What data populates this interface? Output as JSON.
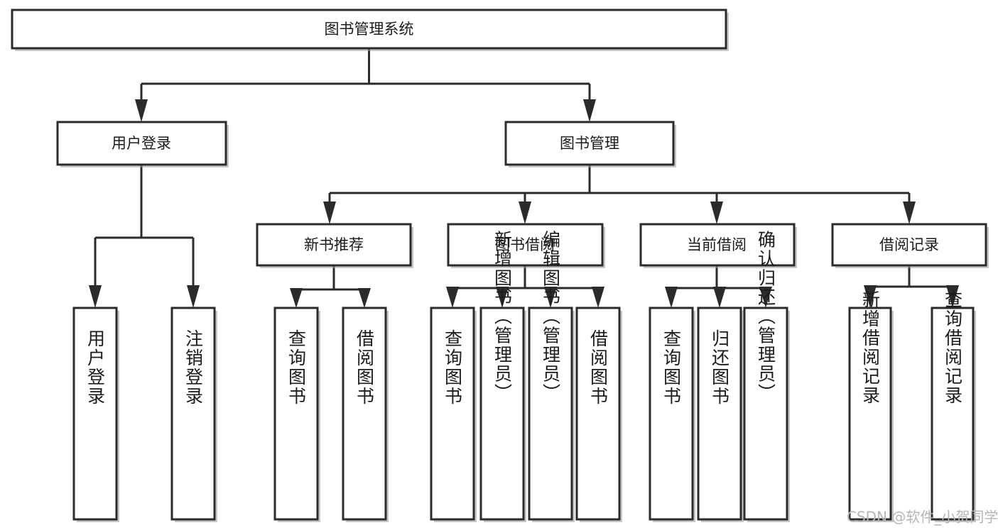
{
  "diagram": {
    "title": "图书管理系统",
    "type": "tree-hierarchy-chart",
    "colors": {
      "box_stroke": "#2b2b2b",
      "box_fill": "#ffffff",
      "edge": "#2b2b2b",
      "background": "#ffffff",
      "watermark": "#b6b6b6"
    },
    "levels": {
      "level1": [
        "图书管理系统"
      ],
      "level2": [
        "用户登录",
        "图书管理"
      ],
      "level3": [
        "新书推荐",
        "图书借阅",
        "当前借阅",
        "借阅记录"
      ],
      "level4": [
        "用户登录",
        "注销登录",
        "查询图书",
        "借阅图书",
        "查询图书",
        "新增图书（管理员）",
        "编辑图书（管理员）",
        "借阅图书",
        "查询图书",
        "归还图书",
        "确认归还（管理员）",
        "新增借阅记录",
        "查询借阅记录"
      ]
    },
    "nodes": {
      "root": {
        "label": "图书管理系统"
      },
      "user_login": {
        "label": "用户登录"
      },
      "book_manage": {
        "label": "图书管理"
      },
      "new_book_rec": {
        "label": "新书推荐"
      },
      "book_borrow": {
        "label": "图书借阅"
      },
      "current_borrow": {
        "label": "当前借阅"
      },
      "borrow_record": {
        "label": "借阅记录"
      },
      "leaf_user_login": {
        "label": "用户登录"
      },
      "leaf_logout": {
        "label": "注销登录"
      },
      "leaf_query_book_1": {
        "label": "查询图书"
      },
      "leaf_borrow_book_1": {
        "label": "借阅图书"
      },
      "leaf_query_book_2": {
        "label": "查询图书"
      },
      "leaf_add_book": {
        "label": "新增图书（管理员）"
      },
      "leaf_edit_book": {
        "label": "编辑图书（管理员）"
      },
      "leaf_borrow_book_2": {
        "label": "借阅图书"
      },
      "leaf_query_book_3": {
        "label": "查询图书"
      },
      "leaf_return_book": {
        "label": "归还图书"
      },
      "leaf_confirm_return": {
        "label": "确认归还（管理员）"
      },
      "leaf_add_record": {
        "label": "新增借阅记录"
      },
      "leaf_query_record": {
        "label": "查询借阅记录"
      }
    },
    "edges": [
      {
        "from": "root",
        "to": "user_login"
      },
      {
        "from": "root",
        "to": "book_manage"
      },
      {
        "from": "book_manage",
        "to": "new_book_rec"
      },
      {
        "from": "book_manage",
        "to": "book_borrow"
      },
      {
        "from": "book_manage",
        "to": "current_borrow"
      },
      {
        "from": "book_manage",
        "to": "borrow_record"
      },
      {
        "from": "user_login",
        "to": "leaf_user_login"
      },
      {
        "from": "user_login",
        "to": "leaf_logout"
      },
      {
        "from": "new_book_rec",
        "to": "leaf_query_book_1"
      },
      {
        "from": "new_book_rec",
        "to": "leaf_borrow_book_1"
      },
      {
        "from": "book_borrow",
        "to": "leaf_query_book_2"
      },
      {
        "from": "book_borrow",
        "to": "leaf_add_book"
      },
      {
        "from": "book_borrow",
        "to": "leaf_edit_book"
      },
      {
        "from": "book_borrow",
        "to": "leaf_borrow_book_2"
      },
      {
        "from": "current_borrow",
        "to": "leaf_query_book_3"
      },
      {
        "from": "current_borrow",
        "to": "leaf_return_book"
      },
      {
        "from": "current_borrow",
        "to": "leaf_confirm_return"
      },
      {
        "from": "borrow_record",
        "to": "leaf_add_record"
      },
      {
        "from": "borrow_record",
        "to": "leaf_query_record"
      }
    ]
  },
  "watermark": {
    "text": "CSDN @软件_小贺同学"
  }
}
